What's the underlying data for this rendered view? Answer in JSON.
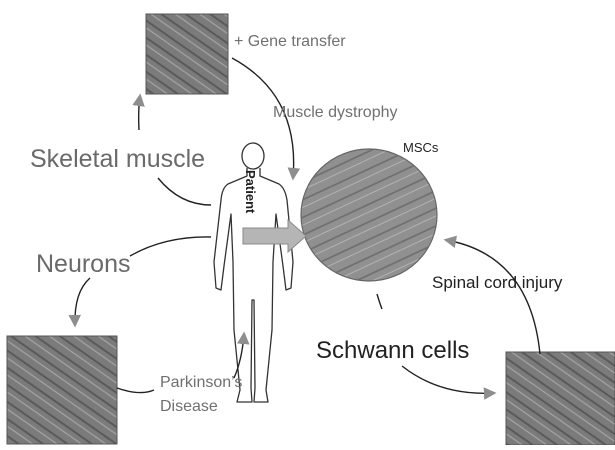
{
  "labels": {
    "gene_transfer": "+ Gene transfer",
    "muscle_dystrophy": "Muscle dystrophy",
    "skeletal_muscle": "Skeletal muscle",
    "neurons": "Neurons",
    "patient": "Patient",
    "mscs": "MSCs",
    "spinal_cord_injury": "Spinal cord injury",
    "schwann_cells": "Schwann cells",
    "parkinsons_line1": "Parkinson’s",
    "parkinsons_line2": "Disease"
  },
  "colors": {
    "arrow": "#8e8e8e",
    "image_fill": "#7a7a7a",
    "msc_fill": "#8f8f8f",
    "main_arrow": "#b5b5b5"
  }
}
